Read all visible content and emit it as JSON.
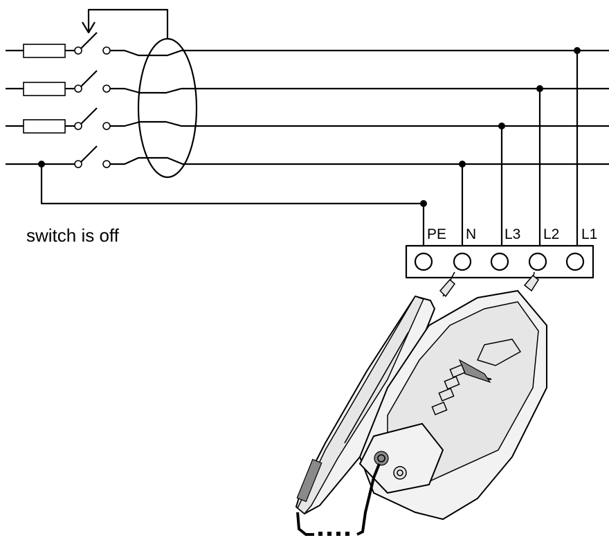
{
  "caption": "switch is off",
  "terminals": [
    "PE",
    "N",
    "L3",
    "L2",
    "L1"
  ]
}
